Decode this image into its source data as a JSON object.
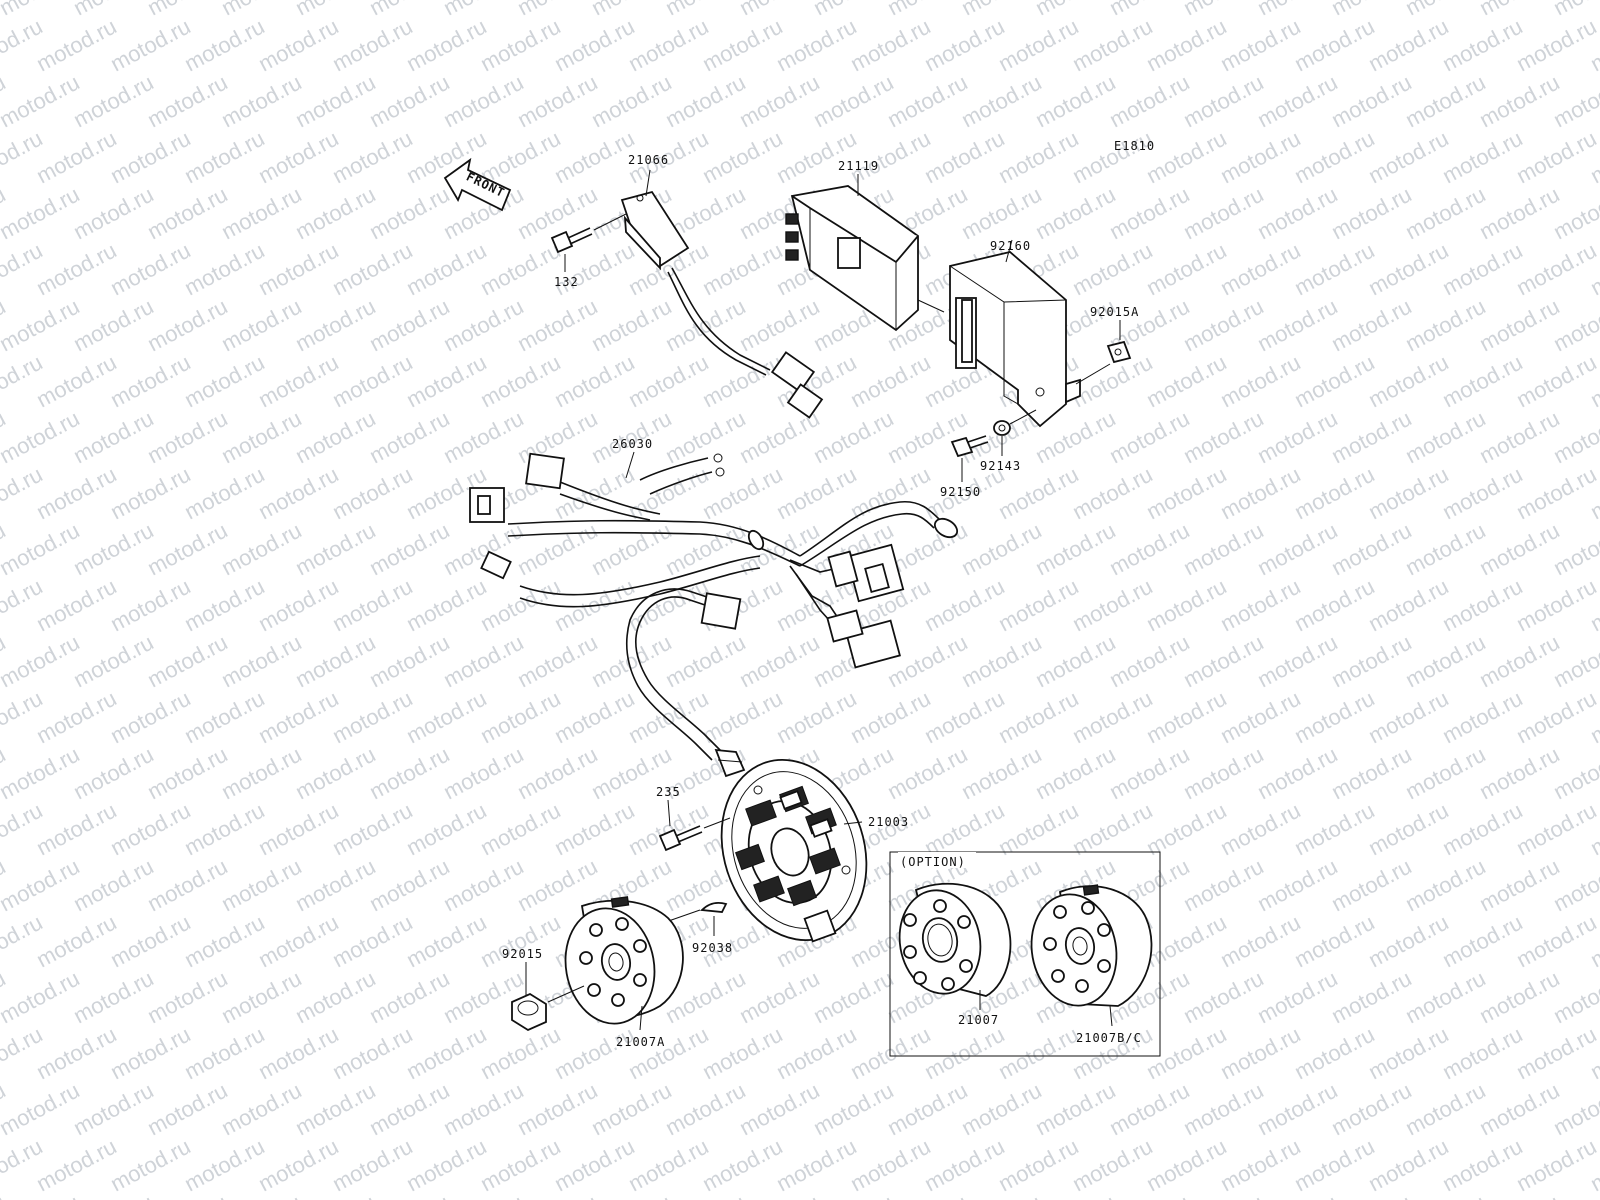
{
  "diagram": {
    "code": "E1810",
    "front_label": "FRONT",
    "option_label": "(OPTION)",
    "watermark": "motod.ru"
  },
  "parts": {
    "p21066": "21066",
    "p132": "132",
    "p21119": "21119",
    "p92160": "92160",
    "p92015A": "92015A",
    "p26030": "26030",
    "p92150": "92150",
    "p92143": "92143",
    "p235": "235",
    "p21003": "21003",
    "p92015": "92015",
    "p92038": "92038",
    "p21007A": "21007A",
    "p21007": "21007",
    "p21007BC": "21007B/C"
  }
}
